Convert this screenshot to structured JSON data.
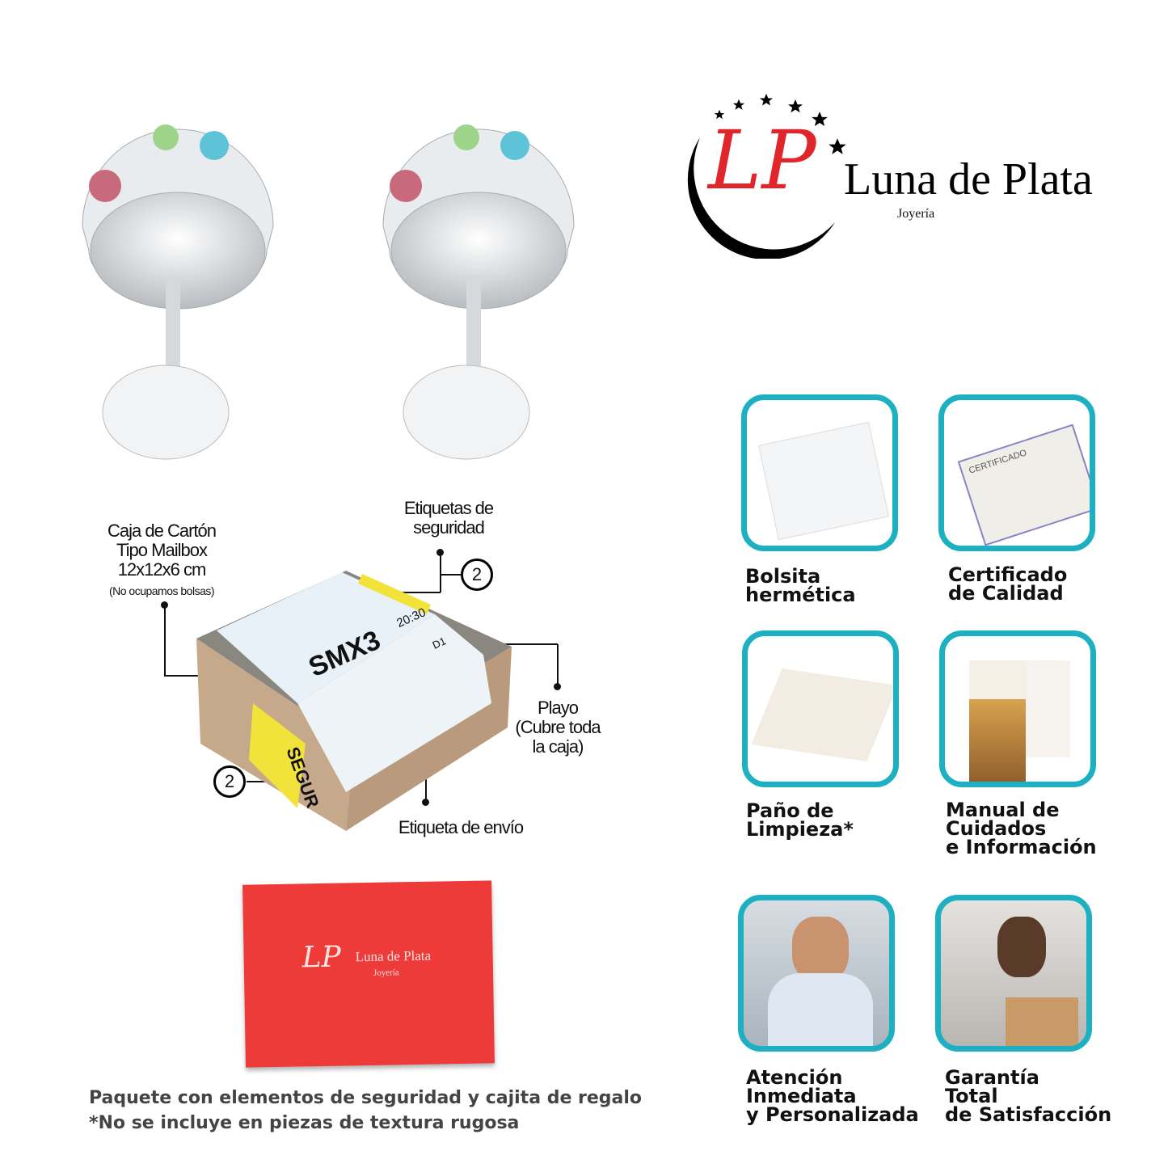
{
  "brand": {
    "name": "Luna de Plata",
    "sub": "Joyería",
    "initials": "LP"
  },
  "box": {
    "caja": "Caja de Cartón\nTipo Mailbox\n12x12x6 cm",
    "caja_note": "(No ocupamos bolsas)",
    "etiquetas_seguridad": "Etiquetas de\nseguridad",
    "playo": "Playo\n(Cubre toda\nla caja)",
    "etiqueta_envio": "Etiqueta de envío",
    "count_top": "2",
    "count_bottom": "2",
    "label_code": "SMX3",
    "label_time": "20:30",
    "label_zone": "D1",
    "seal_text": "SEGUR"
  },
  "items": [
    {
      "label": "Bolsita\nhermética"
    },
    {
      "label": "Certificado\nde Calidad",
      "card_title": "CERTIFICADO"
    },
    {
      "label": "Paño de\nLimpieza*"
    },
    {
      "label": "Manual de\nCuidados\ne Información"
    },
    {
      "label": "Atención\nInmediata\ny Personalizada"
    },
    {
      "label": "Garantía\nTotal\nde Satisfacción"
    }
  ],
  "footer": {
    "line1": "Paquete con elementos de seguridad y cajita de regalo",
    "line2": "*No se incluye en piezas de textura rugosa"
  },
  "colors": {
    "teal": "#1cb0c2",
    "red": "#e0262b",
    "gift": "#ee3a38"
  }
}
